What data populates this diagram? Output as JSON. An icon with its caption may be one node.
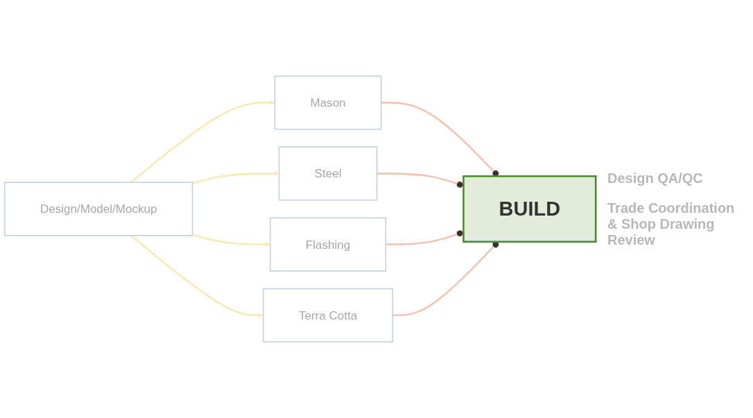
{
  "diagram": {
    "nodes": [
      {
        "text": [
          "Design/Model/Mockup"
        ]
      },
      {
        "text": [
          "Mason"
        ]
      },
      {
        "text": [
          "Steel"
        ]
      },
      {
        "text": [
          "Flashing"
        ]
      },
      {
        "text": [
          "Terra Cotta"
        ]
      },
      {
        "text": [
          "BUILD"
        ]
      }
    ],
    "edges": [
      {
        "from": 0,
        "to": 1,
        "arrow": "to",
        "color": "#fbe9b5"
      },
      {
        "from": 0,
        "to": 2,
        "arrow": "to",
        "color": "#fbe9b5"
      },
      {
        "from": 0,
        "to": 3,
        "arrow": "to",
        "color": "#fbe9b5"
      },
      {
        "from": 0,
        "to": 4,
        "arrow": "to",
        "color": "#fbe9b5"
      },
      {
        "from": 1,
        "to": 5,
        "arrow": "other",
        "color": "#f3c4b4"
      },
      {
        "from": 2,
        "to": 5,
        "arrow": "other",
        "color": "#f3c4b4"
      },
      {
        "from": 3,
        "to": 5,
        "arrow": "other",
        "color": "#f3c4b4"
      },
      {
        "from": 4,
        "to": 5,
        "arrow": "other",
        "color": "#f3c4b4"
      }
    ],
    "labels": [
      "Design QA/QC",
      "Trade Coordination & Shop Drawing Review"
    ]
  }
}
